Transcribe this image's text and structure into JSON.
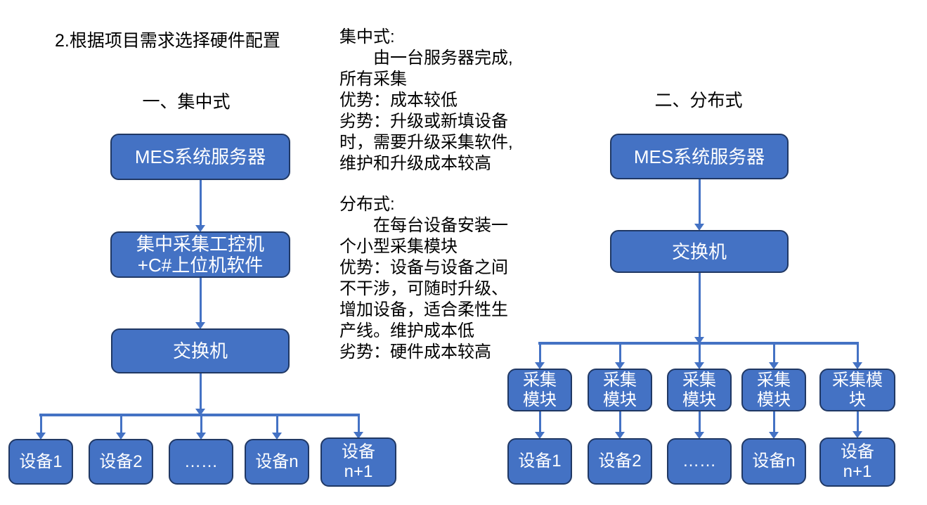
{
  "page": {
    "title": "2.根据项目需求选择硬件配置"
  },
  "colors": {
    "box_fill": "#4472C4",
    "box_border": "#203864",
    "box_text": "#FFFFFF",
    "connector": "#4472C4",
    "text": "#000000",
    "background": "#FFFFFF"
  },
  "notes": {
    "centralized": "集中式:\n　　由一台服务器完成,\n所有采集\n优势：成本较低\n劣势：升级或新填设备\n时，需要升级采集软件,\n维护和升级成本较高",
    "distributed": "分布式:\n　　在每台设备安装一\n个小型采集模块\n优势：设备与设备之间\n不干涉，可随时升级、\n增加设备，适合柔性生\n产线。维护成本低\n劣势：硬件成本较高"
  },
  "centralized": {
    "heading": "一、集中式",
    "server": "MES系统服务器",
    "ipc": "集中采集工控机\n+C#上位机软件",
    "switch": "交换机",
    "devices": [
      "设备1",
      "设备2",
      "……",
      "设备n",
      "设备\nn+1"
    ]
  },
  "distributed": {
    "heading": "二、分布式",
    "server": "MES系统服务器",
    "switch": "交换机",
    "modules": [
      "采集\n模块",
      "采集\n模块",
      "采集\n模块",
      "采集\n模块",
      "采集模\n块"
    ],
    "devices": [
      "设备1",
      "设备2",
      "……",
      "设备n",
      "设备\nn+1"
    ]
  }
}
